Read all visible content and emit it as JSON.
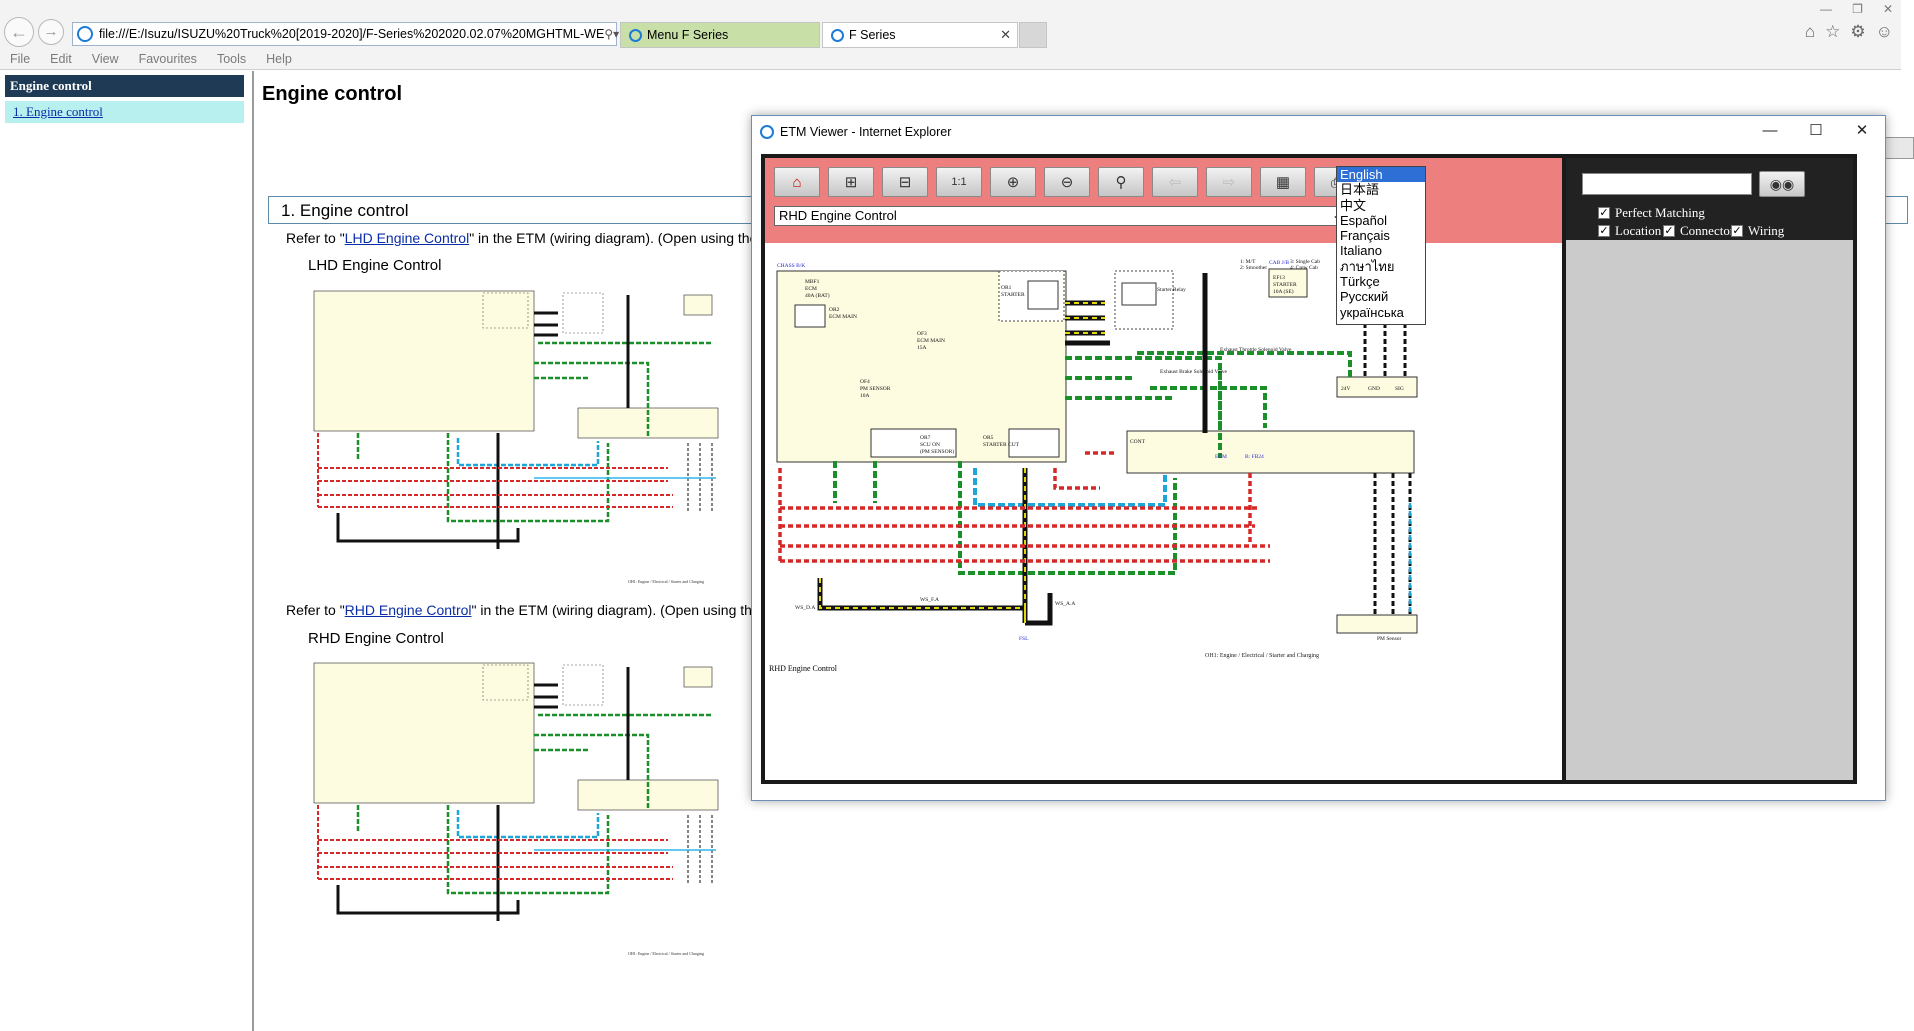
{
  "browser": {
    "url": "file:///E:/Isuzu/ISUZU%20Truck%20[2019-2020]/F-Series%202020.02.07%20MGHTML-WE",
    "tabs": [
      {
        "label": "Menu F Series"
      },
      {
        "label": "F Series"
      }
    ],
    "menu": [
      "File",
      "Edit",
      "View",
      "Favourites",
      "Tools",
      "Help"
    ],
    "tab_close": "✕"
  },
  "sidebar": {
    "header": "Engine control",
    "items": [
      {
        "label": "1. Engine control"
      }
    ]
  },
  "main": {
    "title": "Engine control",
    "section": "1. Engine control",
    "refer_prefix": "Refer to \"",
    "refer_mid": "\" in the ETM (wiring diagram). (Open using the E",
    "lhd_link": "LHD Engine Control",
    "lhd_title": "LHD Engine Control",
    "rhd_link": "RHD Engine Control",
    "rhd_title": "RHD Engine Control",
    "thumb_caption": "OH1: Engine / Electrical / Starter and Charging"
  },
  "etm": {
    "window_title": "ETM Viewer - Internet Explorer",
    "diagram_selected": "RHD Engine Control",
    "languages": [
      "English",
      "日本語",
      "中文",
      "Español",
      "Français",
      "Italiano",
      "ภาษาไทย",
      "Türkçe",
      "Русский",
      "українська"
    ],
    "selected_language": "English",
    "search_value": "",
    "options": {
      "perfect_matching": {
        "label": "Perfect Matching",
        "checked": true
      },
      "location": {
        "label": "Location",
        "checked": true
      },
      "connector": {
        "label": "Connector",
        "checked": true
      },
      "wiring": {
        "label": "Wiring",
        "checked": true
      }
    },
    "diagram": {
      "name_label": "RHD Engine Control",
      "caption": "OH1: Engine / Electrical / Starter and Charging",
      "labels": {
        "chass": "CHASS B/K",
        "mbf1": "MBF1",
        "ecm": "ECM",
        "amp40": "40A (BAT)",
        "or2": "OR2",
        "ecm_main": "ECM MAIN",
        "of3": "OF3",
        "ecm_main2": "ECM MAIN",
        "a15": "15A",
        "of4": "OF4",
        "pm": "PM SENSOR",
        "a10": "10A",
        "or7": "OR7",
        "scu": "SCU ON",
        "pmsensor": "(PM SENSOR)",
        "or1": "OR1",
        "starter": "STARTER",
        "or5": "OR5",
        "starter_cut": "STARTER CUT",
        "starter_relay": "Starter Relay",
        "eft": "EF13",
        "starter2": "STARTER",
        "a10_2": "10A (SE)",
        "cab": "CAB J/B",
        "exhaust_throttle": "Exhaust Throttle Solenoid Valve",
        "exhaust_brake": "Exhaust Brake Solenoid Valve",
        "ecm_box": "ECM",
        "fb24": "B: FB24",
        "pm_sensor": "PM Sensor",
        "ws_da": "WS_D.A",
        "ws_fa": "WS_F.A",
        "ws_aa": "WS_A.A",
        "fsl": "FSL",
        "v24": "24V",
        "gnd": "GND",
        "sig": "SIG",
        "cont": "CONT",
        "m1": "1: M/T",
        "m2": "2: Smoother",
        "m3": "3: Single Cab",
        "m4": "4: Crew Cab"
      }
    }
  }
}
